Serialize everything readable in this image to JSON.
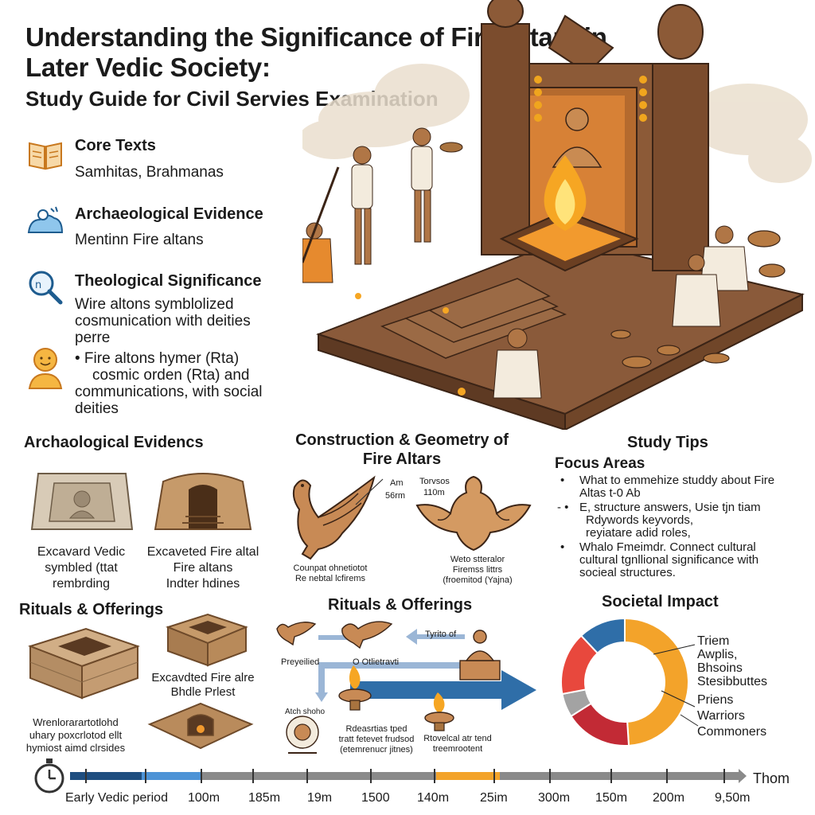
{
  "header": {
    "title_line1": "Understanding the Significance of Fire Altars in",
    "title_line2": "Later Vedic Society:",
    "title_line3": "Study Guide for Civil Servies Examination"
  },
  "features": [
    {
      "icon": "book-icon",
      "title": "Core Texts",
      "body": "Samhitas, Brahmanas"
    },
    {
      "icon": "excavation-icon",
      "title": "Archaeological Evidence",
      "body": "Mentinn Fire altans"
    },
    {
      "icon": "magnifier-icon",
      "title": "Theological Significance",
      "body": [
        "Wire altons symblolized",
        "cosmunication with deities",
        "perre"
      ]
    },
    {
      "icon": "person-icon",
      "body": [
        "• Fire altons hymer (Rta)",
        "cosmic orden (Rta) and",
        "communications, with social",
        "deities"
      ]
    }
  ],
  "archaeo": {
    "heading": "Archaological Evidencs",
    "cap1": [
      "Excavard Vedic",
      "symbled (ttat",
      "rembrding"
    ],
    "cap2": [
      "Excaveted Fire altal",
      "Fire altans",
      "Indter hdines"
    ]
  },
  "construction": {
    "heading_line1": "Construction & Geometry of",
    "heading_line2": "Fire Altars",
    "label_a1": "Am",
    "label_a2": "56rm",
    "label_b1": "Torvsos",
    "label_b2": "110m",
    "cap_left": [
      "Counpat ohnetiotot",
      "Re nebtal lcfirems"
    ],
    "cap_right": [
      "Weto stteralor",
      "Firemss littrs",
      "(froemitod (Yajna)"
    ]
  },
  "tips": {
    "heading": "Study Tips",
    "sub": "Focus Areas",
    "items": [
      {
        "marker": "•",
        "lines": [
          "What to emmehize studdy about Fire",
          "Altas t-0  Ab"
        ]
      },
      {
        "marker": "- •",
        "lines": [
          "E, structure answers, Usie tjn tiam",
          "Rdywords keyvords,",
          "reyiatare adid roles,"
        ]
      },
      {
        "marker": "•",
        "lines": [
          "Whalo Fmeimdr. Connect cultural",
          "cultural tgnllional significance with",
          "socieal structures."
        ]
      }
    ]
  },
  "rituals_left": {
    "heading": "Rituals & Offerings",
    "cap1": [
      "Excavdted Fire alre",
      "Bhdle Prlest"
    ],
    "cap2": [
      "Wrenlorarartotlohd",
      "uhary poxcrlotod ellt",
      "hymiost aimd clrsides"
    ]
  },
  "rituals_center": {
    "heading": "Rituals & Offerings",
    "label_top": "Tyrito of",
    "label_prepared": "Preyeilied",
    "label_offering": "O Otlietravti",
    "label_atch": "Atch shoho",
    "cap1": [
      "Rdeasrtias tped",
      "tratt fetevet frudsod",
      "(etemrenucr jitnes)"
    ],
    "cap2": [
      "Rtovelcal atr tend",
      "treemrootent"
    ]
  },
  "societal": {
    "heading": "Societal Impact",
    "legend1": [
      "Triem",
      "Awplis,",
      "Bhsoins",
      "Stesibbuttes"
    ],
    "legend2": [
      "Priens",
      "Warriors",
      "Commoners"
    ]
  },
  "chart_data": {
    "type": "pie",
    "title": "Societal Impact",
    "slices": [
      {
        "label": "",
        "value": 49,
        "color": "#f3a32a"
      },
      {
        "label": "",
        "value": 17,
        "color": "#c22a35"
      },
      {
        "label": "",
        "value": 6,
        "color": "#a3a3a3"
      },
      {
        "label": "",
        "value": 16,
        "color": "#e8483d"
      },
      {
        "label": "",
        "value": 12,
        "color": "#2f6ea8"
      }
    ]
  },
  "timeline": {
    "end_label": "Thom",
    "ticks": [
      "Early Vedic period",
      "100m",
      "185m",
      "19m",
      "1500",
      "140m",
      "25im",
      "300m",
      "150m",
      "200m",
      "9,50m"
    ]
  }
}
